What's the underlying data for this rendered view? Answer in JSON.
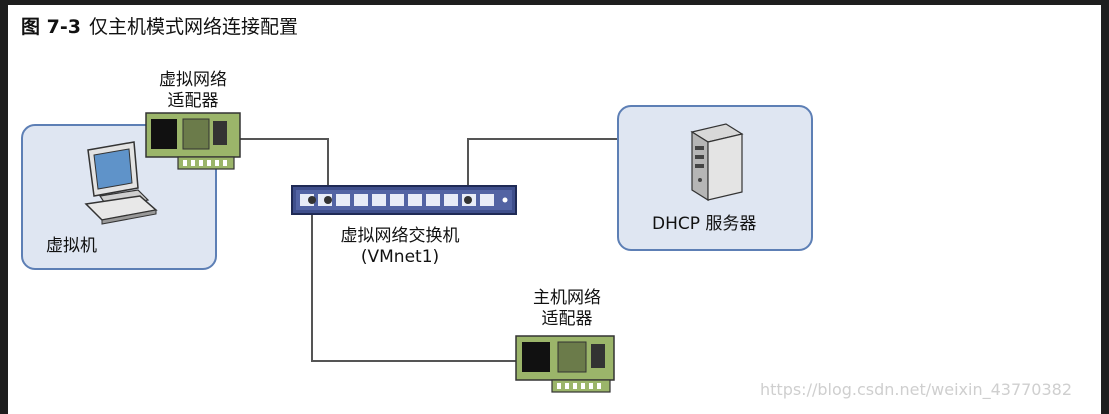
{
  "figure": {
    "number": "图 7-3",
    "title": "仅主机模式网络连接配置"
  },
  "nodes": {
    "vm_adapter": {
      "line1": "虚拟网络",
      "line2": "适配器"
    },
    "vm": {
      "label": "虚拟机"
    },
    "switch": {
      "line1": "虚拟网络交换机",
      "line2": "(VMnet1)"
    },
    "dhcp": {
      "label": "DHCP 服务器"
    },
    "host_adapter": {
      "line1": "主机网络",
      "line2": "适配器"
    }
  },
  "watermark": "https://blog.csdn.net/weixin_43770382",
  "colors": {
    "box_fill": "#dfe6f2",
    "box_border": "#5d7fb5",
    "switch_fill": "#3f4f8c",
    "nic_board": "#9bb56a",
    "line": "#555555"
  }
}
